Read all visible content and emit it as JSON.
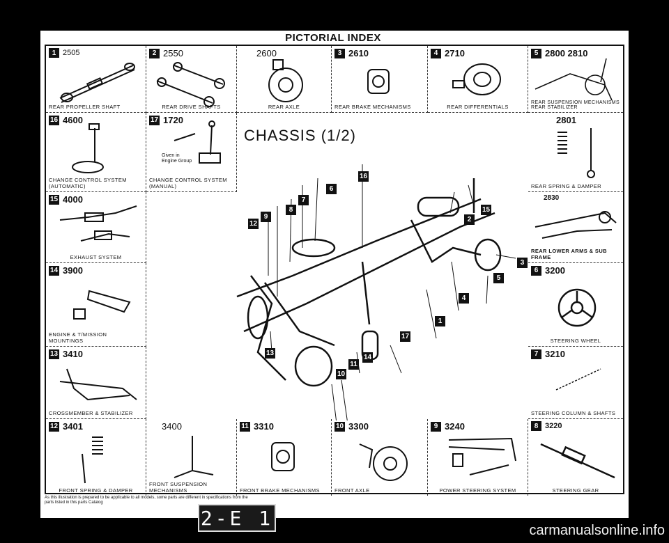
{
  "page_title": "PICTORIAL INDEX",
  "chassis_title": "CHASSIS (1/2)",
  "given_note": "Given in\nEngine Group",
  "footnote": "As this illustration is prepared to be applicable to all models, some parts are different in specifications from the parts listed in this parts Catalog",
  "page_label": "2-E 1",
  "watermark": "carmanualsonline.info",
  "cells": {
    "c1": {
      "num": "1",
      "code": "2505",
      "caption": "REAR PROPELLER SHAFT"
    },
    "c2": {
      "num": "2",
      "code": "2550",
      "caption": "REAR DRIVE SHAFTS"
    },
    "c2600": {
      "num": "",
      "code": "2600",
      "caption": "REAR AXLE"
    },
    "c3": {
      "num": "3",
      "code": "2610",
      "caption": "REAR BRAKE MECHANISMS"
    },
    "c4": {
      "num": "4",
      "code": "2710",
      "caption": "REAR DIFFERENTIALS"
    },
    "c5": {
      "num": "5",
      "code": "2800 2810",
      "caption": "REAR SUSPENSION MECHANISMS REAR STABILIZER"
    },
    "c16": {
      "num": "16",
      "code": "4600",
      "caption": "CHANGE CONTROL SYSTEM (AUTOMATIC)"
    },
    "c17": {
      "num": "17",
      "code": "1720",
      "caption": "CHANGE CONTROL SYSTEM (MANUAL)"
    },
    "c2801": {
      "num": "",
      "code": "2801",
      "caption": "REAR SPRING & DAMPER"
    },
    "c15": {
      "num": "15",
      "code": "4000",
      "caption": "EXHAUST SYSTEM"
    },
    "c2830": {
      "num": "",
      "code": "2830",
      "caption": "REAR LOWER ARMS & SUB FRAME"
    },
    "c14": {
      "num": "14",
      "code": "3900",
      "caption": "ENGINE & T/MISSION MOUNTINGS"
    },
    "c6": {
      "num": "6",
      "code": "3200",
      "caption": "STEERING WHEEL"
    },
    "c13": {
      "num": "13",
      "code": "3410",
      "caption": "CROSSMEMBER & STABILIZER"
    },
    "c7": {
      "num": "7",
      "code": "3210",
      "caption": "STEERING COLUMN & SHAFTS"
    },
    "c12": {
      "num": "12",
      "code": "3401",
      "caption": "FRONT SPRING & DAMPER"
    },
    "c3400": {
      "num": "",
      "code": "3400",
      "caption": "FRONT SUSPENSION MECHANISMS"
    },
    "c11": {
      "num": "11",
      "code": "3310",
      "caption": "FRONT BRAKE MECHANISMS"
    },
    "c10": {
      "num": "10",
      "code": "3300",
      "caption": "FRONT AXLE"
    },
    "c9": {
      "num": "9",
      "code": "3240",
      "caption": "POWER STEERING SYSTEM"
    },
    "c8": {
      "num": "8",
      "code": "3220",
      "caption": "STEERING GEAR"
    }
  },
  "callouts": [
    "1",
    "2",
    "3",
    "4",
    "5",
    "6",
    "7",
    "8",
    "9",
    "10",
    "11",
    "12",
    "13",
    "14",
    "15",
    "16",
    "17"
  ]
}
